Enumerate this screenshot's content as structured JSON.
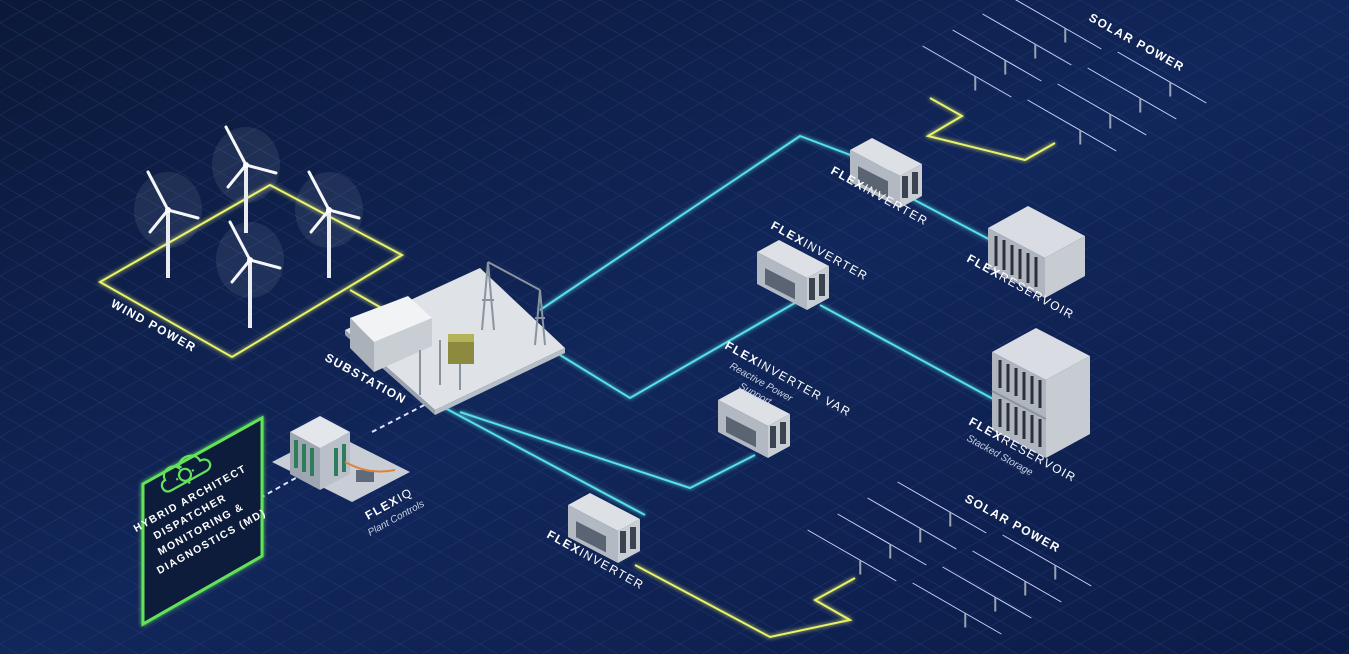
{
  "colors": {
    "background": "#0d1c45",
    "grid": "#2a3f78",
    "cyan_link": "#56e0e8",
    "yellow_link": "#e8f36a",
    "green_panel": "#63e35a",
    "solar_blue": "#3f5bdc"
  },
  "labels": {
    "solar_power_top": "SOLAR POWER",
    "solar_power_bottom": "SOLAR POWER",
    "wind_power": "WIND POWER",
    "substation": "SUBSTATION",
    "flex_prefix": "FLEX",
    "inverter_word": "INVERTER",
    "inverter_var_word": "INVERTER VAR",
    "reservoir_word": "RESERVOIR",
    "iq_word": "IQ",
    "reactive_power_line1": "Reactive Power",
    "reactive_power_line2": "Support",
    "stacked_storage": "Stacked Storage",
    "plant_controls": "Plant Controls"
  },
  "cloud_panel": {
    "icon": "cloud-gear-icon",
    "line1": "HYBRID ARCHITECT",
    "line2": "DISPATCHER",
    "line3": "MONITORING &",
    "line4": "DIAGNOSTICS (MD)"
  }
}
